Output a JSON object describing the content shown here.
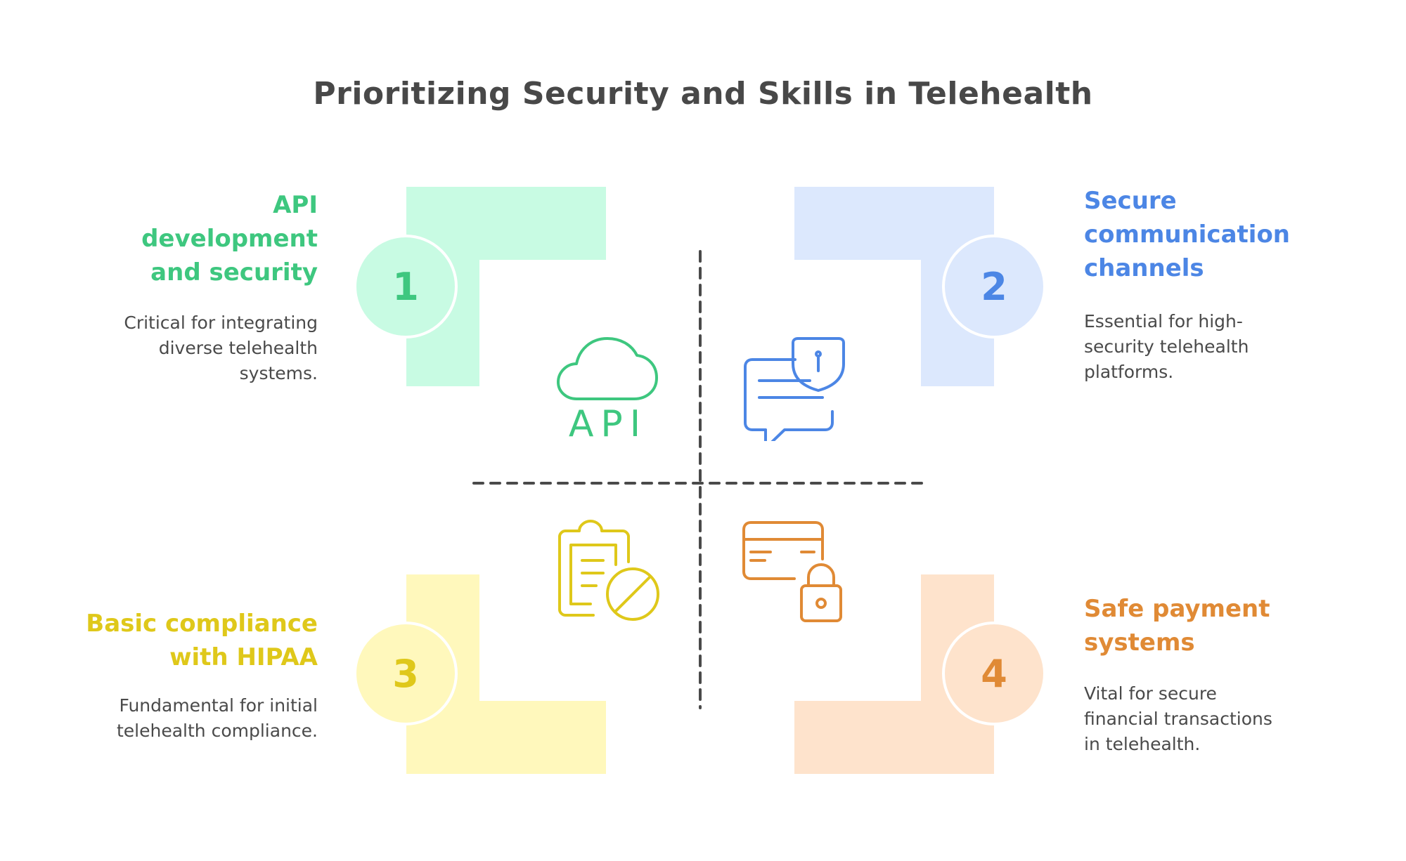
{
  "title": "Prioritizing Security and Skills in Telehealth",
  "colors": {
    "title": "#484848",
    "text": "#4a4a4a",
    "divider": "#4a4a4a"
  },
  "quadrants": [
    {
      "number": "1",
      "heading_lines": [
        "API",
        "development",
        "and security"
      ],
      "description_lines": [
        "Critical for integrating",
        "diverse telehealth",
        "systems."
      ],
      "accent": "#3ec77f",
      "fill": "#c8fbe3",
      "icon": "cloud-api-icon",
      "icon_label": "API"
    },
    {
      "number": "2",
      "heading_lines": [
        "Secure",
        "communication",
        "channels"
      ],
      "description_lines": [
        "Essential for high-",
        "security telehealth",
        "platforms."
      ],
      "accent": "#4c86e5",
      "fill": "#dce8fd",
      "icon": "chat-shield-icon"
    },
    {
      "number": "3",
      "heading_lines": [
        "Basic compliance",
        "with HIPAA"
      ],
      "description_lines": [
        "Fundamental for initial",
        "telehealth compliance."
      ],
      "accent": "#dfc81a",
      "fill": "#fff8bc",
      "icon": "clipboard-blocked-icon"
    },
    {
      "number": "4",
      "heading_lines": [
        "Safe payment",
        "systems"
      ],
      "description_lines": [
        "Vital for secure",
        "financial transactions",
        "in telehealth."
      ],
      "accent": "#e08a35",
      "fill": "#fee3cc",
      "icon": "card-lock-icon"
    }
  ]
}
